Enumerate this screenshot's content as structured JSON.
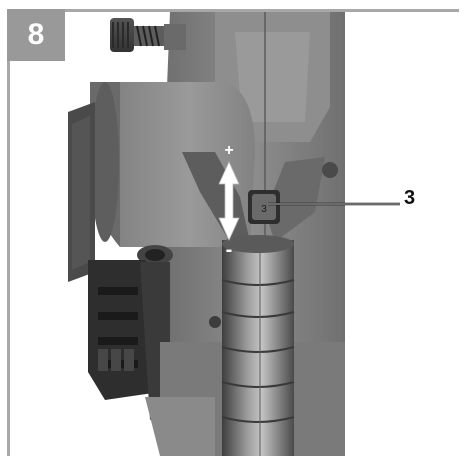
{
  "figure": {
    "number": "8",
    "callout_label": "3",
    "plus_sign": "+",
    "minus_sign": "-",
    "switch_marking": "3"
  }
}
